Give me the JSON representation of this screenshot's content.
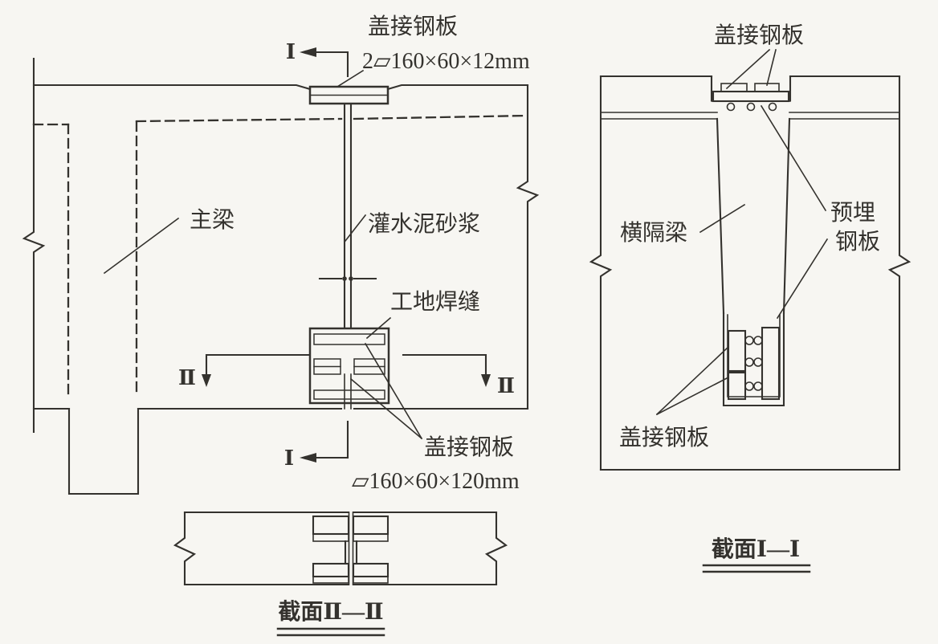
{
  "colors": {
    "ink": "#34322e",
    "paper": "#f7f6f2"
  },
  "elevation": {
    "cover_plate_label": "盖接钢板",
    "cover_plate_dim": "2▱160×60×12mm",
    "main_beam_label": "主梁",
    "mortar_label": "灌水泥砂浆",
    "site_weld_label": "工地焊缝",
    "splice_plate_label": "盖接钢板",
    "splice_plate_dim": "▱160×60×120mm",
    "marker_i": "Ⅰ",
    "marker_ii": "Ⅱ"
  },
  "section_ii": {
    "title": "截面Ⅱ—Ⅱ"
  },
  "section_i": {
    "cover_plate_top_label": "盖接钢板",
    "diaphragm_label": "横隔梁",
    "embedded_plate_label_line1": "预埋",
    "embedded_plate_label_line2": "钢板",
    "cover_plate_bottom_label": "盖接钢板",
    "title": "截面Ⅰ—Ⅰ"
  }
}
